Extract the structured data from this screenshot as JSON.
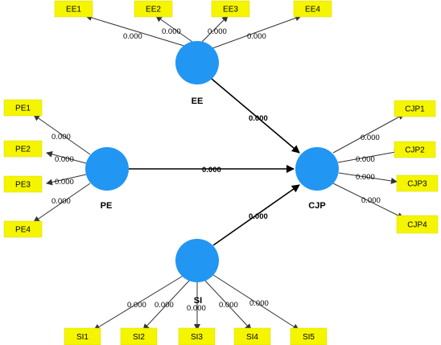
{
  "constructs": {
    "ee": {
      "name": "EE",
      "indicators": [
        "EE1",
        "EE2",
        "EE3",
        "EE4"
      ],
      "loadings": [
        "0.000",
        "0.000",
        "0.000",
        "0.000"
      ]
    },
    "pe": {
      "name": "PE",
      "indicators": [
        "PE1",
        "PE2",
        "PE3",
        "PE4"
      ],
      "loadings": [
        "0.000",
        "0.000",
        "0.000",
        "0.000"
      ]
    },
    "si": {
      "name": "SI",
      "indicators": [
        "SI1",
        "SI2",
        "SI3",
        "SI4",
        "SI5"
      ],
      "loadings": [
        "0.000",
        "0.000",
        "0.000",
        "0.000",
        "0.000"
      ]
    },
    "cjp": {
      "name": "CJP",
      "indicators": [
        "CJP1",
        "CJP2",
        "CJP3",
        "CJP4"
      ],
      "loadings": [
        "0.000",
        "0.000",
        "0.000",
        "0.000"
      ]
    }
  },
  "paths": {
    "ee_cjp": "0.000",
    "pe_cjp": "0.000",
    "si_cjp": "0.000"
  },
  "colors": {
    "construct": "#2196f3",
    "indicator": "#f5f500"
  }
}
